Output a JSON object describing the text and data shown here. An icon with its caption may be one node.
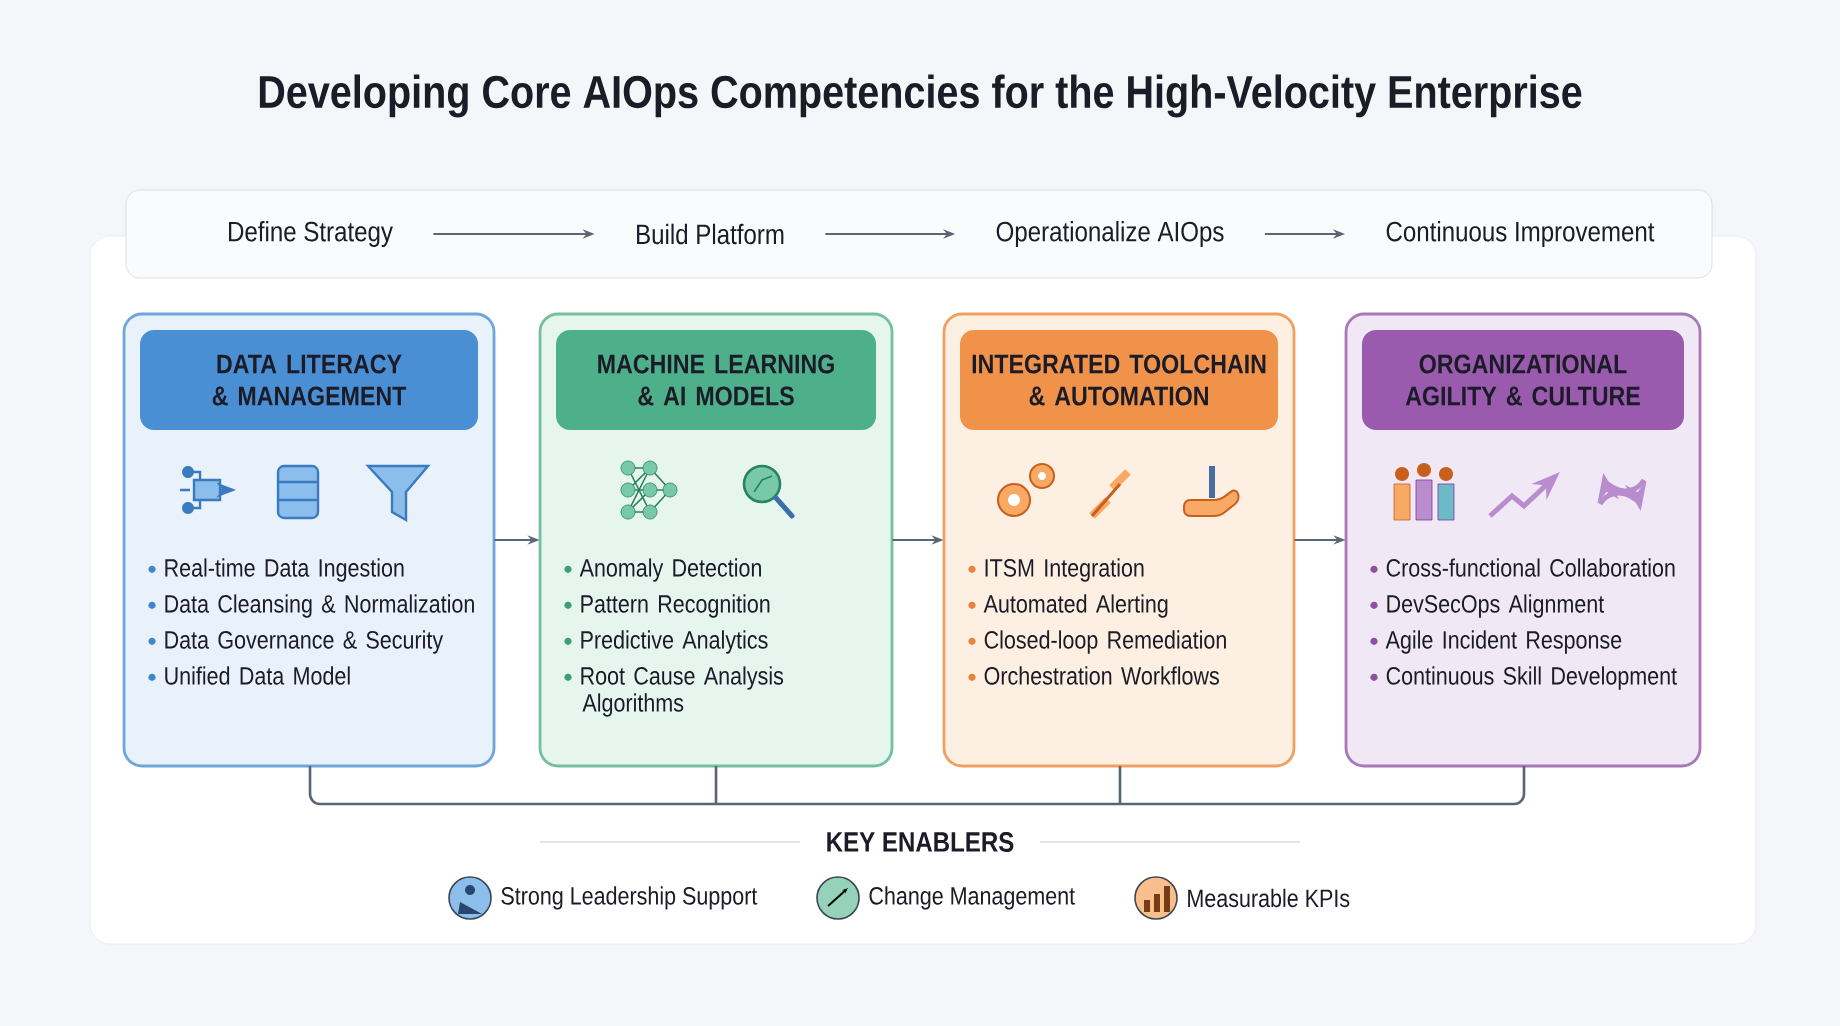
{
  "diagram": {
    "title": "Developing Core AIOps Competencies for the High-Velocity Enterprise",
    "nodes": [
      {
        "text": [
          "Define Strategy"
        ]
      },
      {
        "text": [
          "Build Platform"
        ]
      },
      {
        "text": [
          "Operationalize AIOps"
        ]
      },
      {
        "text": [
          "Continuous Improvement"
        ]
      },
      {
        "text": [
          "DATA LITERACY & MANAGEMENT",
          "Real-time Data Ingestion",
          "Data Cleansing & Normalization",
          "Data Governance & Security",
          "Unified Data Model"
        ]
      },
      {
        "text": [
          "MACHINE LEARNING & AI MODELS",
          "Anomaly Detection",
          "Pattern Recognition",
          "Predictive Analytics",
          "Root Cause Analysis Algorithms"
        ]
      },
      {
        "text": [
          "INTEGRATED TOOLCHAIN & AUTOMATION",
          "ITSM Integration",
          "Automated Alerting",
          "Closed-loop Remediation",
          "Orchestration Workflows"
        ]
      },
      {
        "text": [
          "ORGANIZATIONAL AGILITY & CULTURE",
          "Cross-functional Collaboration",
          "DevSecOps Alignment",
          "Agile Incident Response",
          "Continuous Skill Development"
        ]
      }
    ],
    "edges": [
      {
        "from": 0,
        "to": 1,
        "arrow": "to"
      },
      {
        "from": 1,
        "to": 2,
        "arrow": "to"
      },
      {
        "from": 2,
        "to": 3,
        "arrow": "to"
      },
      {
        "from": 4,
        "to": 5,
        "arrow": "to"
      },
      {
        "from": 5,
        "to": 6,
        "arrow": "to"
      },
      {
        "from": 6,
        "to": 7,
        "arrow": "to"
      }
    ],
    "labels": [
      "KEY ENABLERS",
      "Strong Leadership Support",
      "Change Management",
      "Measurable KPIs"
    ]
  }
}
